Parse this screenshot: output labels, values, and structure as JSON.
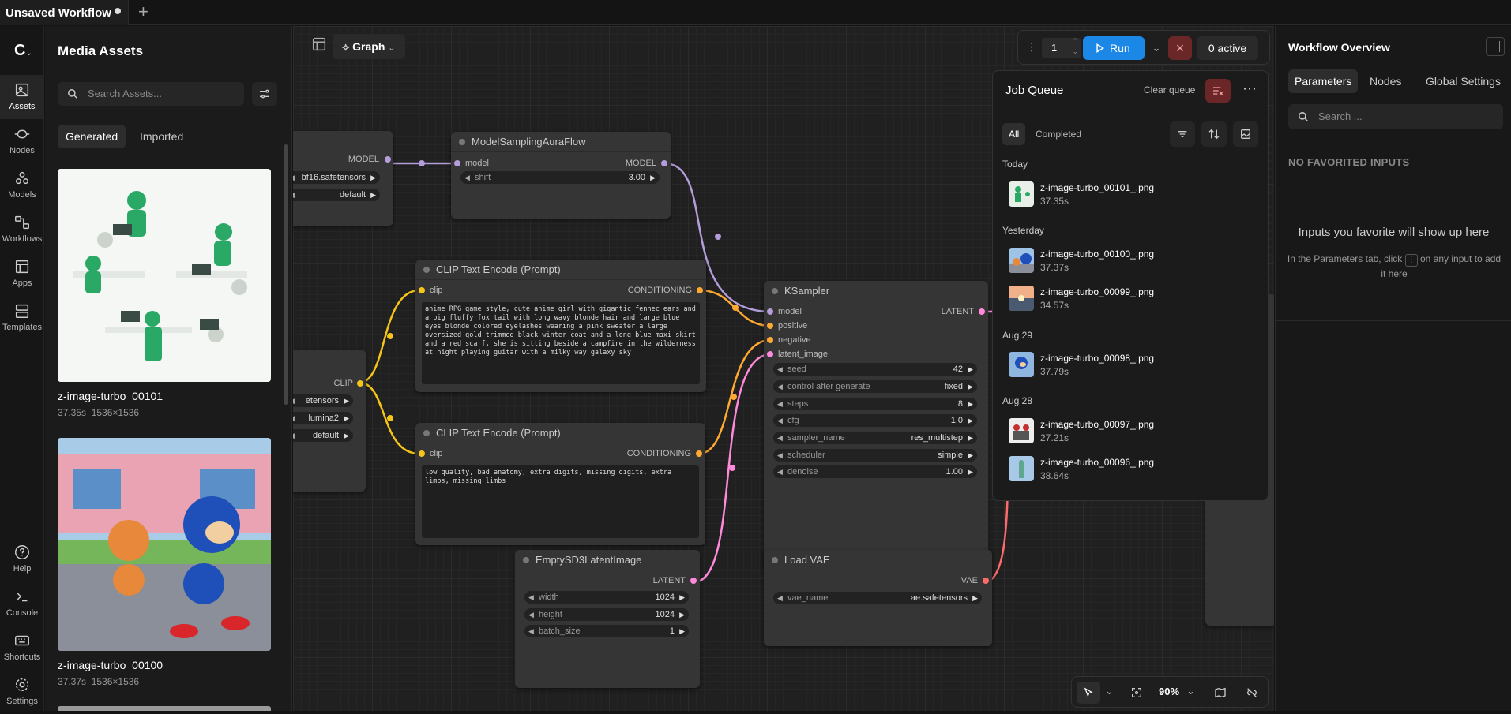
{
  "window": {
    "tab_title": "Unsaved Workflow"
  },
  "iconbar": {
    "items": [
      {
        "label": "Assets"
      },
      {
        "label": "Nodes"
      },
      {
        "label": "Models"
      },
      {
        "label": "Workflows"
      },
      {
        "label": "Apps"
      },
      {
        "label": "Templates"
      }
    ],
    "bottom": [
      {
        "label": "Help"
      },
      {
        "label": "Console"
      },
      {
        "label": "Shortcuts"
      },
      {
        "label": "Settings"
      }
    ]
  },
  "assets": {
    "title": "Media Assets",
    "search_placeholder": "Search Assets...",
    "tabs": [
      "Generated",
      "Imported"
    ],
    "items": [
      {
        "name": "z-image-turbo_00101_",
        "duration": "37.35s",
        "size": "1536×1536"
      },
      {
        "name": "z-image-turbo_00100_",
        "duration": "37.37s",
        "size": "1536×1536"
      }
    ]
  },
  "canvas": {
    "view_label": "Graph"
  },
  "nodes": {
    "loader": {
      "out_model": "MODEL",
      "w1": "bf16.safetensors",
      "w2": "default"
    },
    "sampling": {
      "title": "ModelSamplingAuraFlow",
      "in_model": "model",
      "out_model": "MODEL",
      "shift_label": "shift",
      "shift_value": "3.00"
    },
    "clip_loader": {
      "out_clip": "CLIP",
      "w1": "etensors",
      "w2": "lumina2",
      "w3": "default"
    },
    "clip_pos": {
      "title": "CLIP Text Encode (Prompt)",
      "in": "clip",
      "out": "CONDITIONING",
      "text": "anime RPG game style, cute anime girl with gigantic fennec ears and a big fluffy fox tail with long wavy blonde hair and large blue eyes blonde colored eyelashes wearing a pink sweater a large oversized gold trimmed black winter coat and a long blue maxi skirt and a red scarf, she is sitting beside a campfire in the wilderness at night playing guitar with a milky way galaxy sky"
    },
    "clip_neg": {
      "title": "CLIP Text Encode (Prompt)",
      "in": "clip",
      "out": "CONDITIONING",
      "text": "low quality, bad anatomy, extra digits, missing digits, extra limbs, missing limbs"
    },
    "ksampler": {
      "title": "KSampler",
      "in_model": "model",
      "in_pos": "positive",
      "in_neg": "negative",
      "in_latent": "latent_image",
      "out": "LATENT",
      "widgets": [
        {
          "label": "seed",
          "value": "42"
        },
        {
          "label": "control after generate",
          "value": "fixed"
        },
        {
          "label": "steps",
          "value": "8"
        },
        {
          "label": "cfg",
          "value": "1.0"
        },
        {
          "label": "sampler_name",
          "value": "res_multistep"
        },
        {
          "label": "scheduler",
          "value": "simple"
        },
        {
          "label": "denoise",
          "value": "1.00"
        }
      ]
    },
    "latent": {
      "title": "EmptySD3LatentImage",
      "out": "LATENT",
      "widgets": [
        {
          "label": "width",
          "value": "1024"
        },
        {
          "label": "height",
          "value": "1024"
        },
        {
          "label": "batch_size",
          "value": "1"
        }
      ]
    },
    "vae": {
      "title": "Load VAE",
      "out": "VAE",
      "w_label": "vae_name",
      "w_value": "ae.safetensors"
    }
  },
  "runbar": {
    "count": "1",
    "run_label": "Run",
    "active_label": "0 active"
  },
  "queue": {
    "title": "Job Queue",
    "clear_label": "Clear queue",
    "tabs": [
      "All",
      "Completed"
    ],
    "groups": [
      {
        "label": "Today",
        "items": [
          {
            "name": "z-image-turbo_00101_.png",
            "time": "37.35s"
          }
        ]
      },
      {
        "label": "Yesterday",
        "items": [
          {
            "name": "z-image-turbo_00100_.png",
            "time": "37.37s"
          },
          {
            "name": "z-image-turbo_00099_.png",
            "time": "34.57s"
          }
        ]
      },
      {
        "label": "Aug 29",
        "items": [
          {
            "name": "z-image-turbo_00098_.png",
            "time": "37.79s"
          }
        ]
      },
      {
        "label": "Aug 28",
        "items": [
          {
            "name": "z-image-turbo_00097_.png",
            "time": "27.21s"
          },
          {
            "name": "z-image-turbo_00096_.png",
            "time": "38.64s"
          }
        ]
      }
    ]
  },
  "overview": {
    "title": "Workflow Overview",
    "tabs": [
      "Parameters",
      "Nodes",
      "Global Settings"
    ],
    "search_placeholder": "Search ...",
    "empty_heading": "NO FAVORITED INPUTS",
    "empty_title": "Inputs you favorite will show up here",
    "empty_body_pre": "In the Parameters tab, click",
    "empty_body_post": "on any input to add it here"
  },
  "bottombar": {
    "zoom": "90%"
  },
  "colors": {
    "accent": "#1b87e6",
    "model_link": "#b39ddb",
    "clip_link": "#f5c518",
    "latent_link": "#ff8adb",
    "vae_link": "#ff6b6b",
    "cond_link": "#ffa931"
  }
}
